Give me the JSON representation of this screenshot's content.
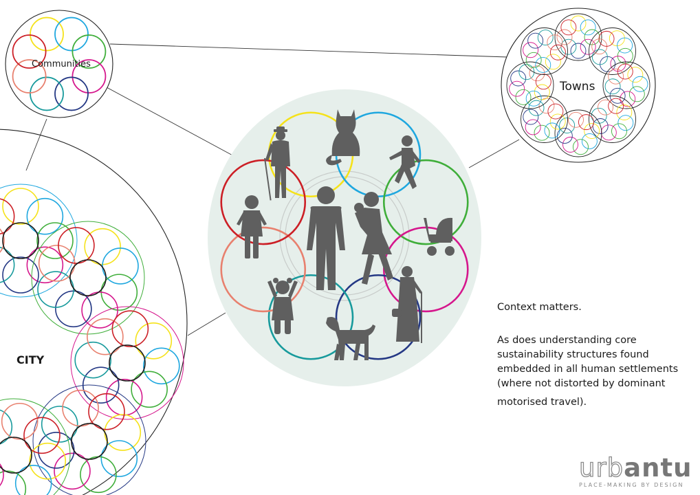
{
  "labels": {
    "communities": "Communities",
    "towns": "Towns",
    "city": "CITY"
  },
  "caption": {
    "line1": "Context matters.",
    "line2": "As does understanding core sustainability structures found embedded in all human settlements (where not distorted by dominant",
    "line3": "motorised travel)."
  },
  "logo": {
    "light": "urb",
    "bold": "antu",
    "tagline": "PLACE-MAKING BY DESIGN"
  },
  "colors": {
    "yellow": "#f5e21a",
    "cyan": "#1ea7df",
    "green": "#3fae3a",
    "magenta": "#d5168c",
    "navy": "#243884",
    "teal": "#179a9c",
    "salmon": "#e8806e",
    "red": "#cc1f26",
    "black": "#1a1a1a",
    "silhouette": "#5f5f5f",
    "hub_fill": "#e6efeb"
  },
  "ring": [
    {
      "color": "yellow",
      "icon": "elderly-man-with-cane-icon"
    },
    {
      "color": "cyan",
      "icon": "cat-icon"
    },
    {
      "color": "green",
      "icon": "running-child-icon"
    },
    {
      "color": "magenta",
      "icon": "pram-icon"
    },
    {
      "color": "navy",
      "icon": "elderly-woman-with-cane-icon"
    },
    {
      "color": "teal",
      "icon": "dog-icon"
    },
    {
      "color": "salmon",
      "icon": "toddler-icon"
    },
    {
      "color": "red",
      "icon": "woman-icon"
    }
  ],
  "hub_icons": [
    "man-icon",
    "woman-holding-baby-icon"
  ]
}
